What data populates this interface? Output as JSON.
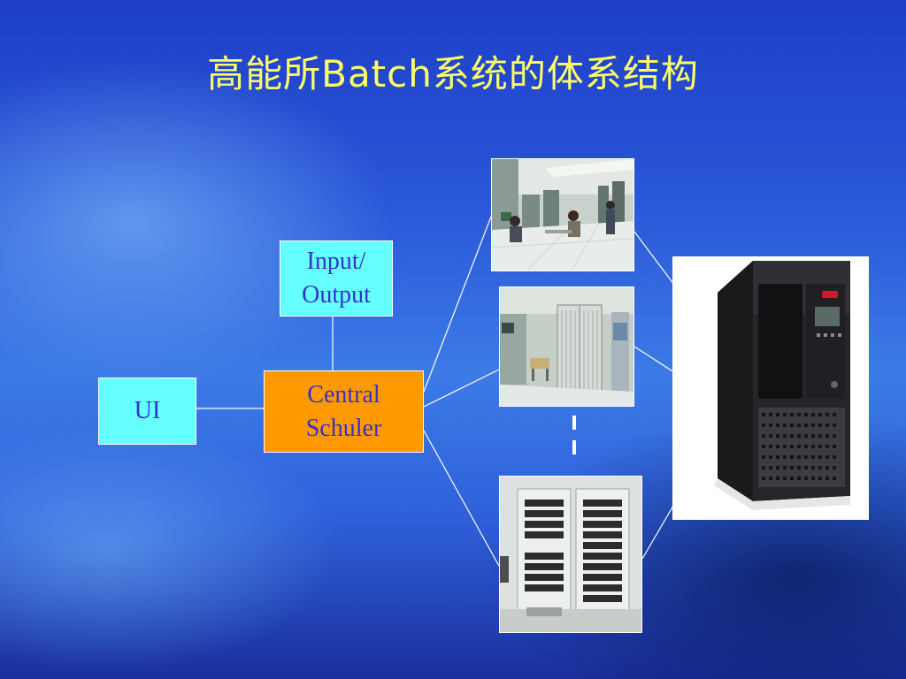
{
  "slide": {
    "title": "高能所Batch系统的体系结构"
  },
  "diagram": {
    "ui_box": {
      "label": "UI",
      "color": "#66ffff"
    },
    "io_box": {
      "label": "Input/\nOutput",
      "color": "#66ffff"
    },
    "scheduler_box": {
      "label": "Central\n Schuler",
      "color": "#ff9900"
    },
    "text_color": "#3333cc",
    "title_color": "#ffff66",
    "nodes": [
      {
        "kind": "photo",
        "icon": "computer-room-photo"
      },
      {
        "kind": "photo",
        "icon": "server-cabinet-photo"
      },
      {
        "kind": "photo",
        "icon": "rack-servers-photo"
      },
      {
        "kind": "photo",
        "icon": "storage-server-photo"
      }
    ],
    "ellipsis": "vertical-dashes"
  }
}
